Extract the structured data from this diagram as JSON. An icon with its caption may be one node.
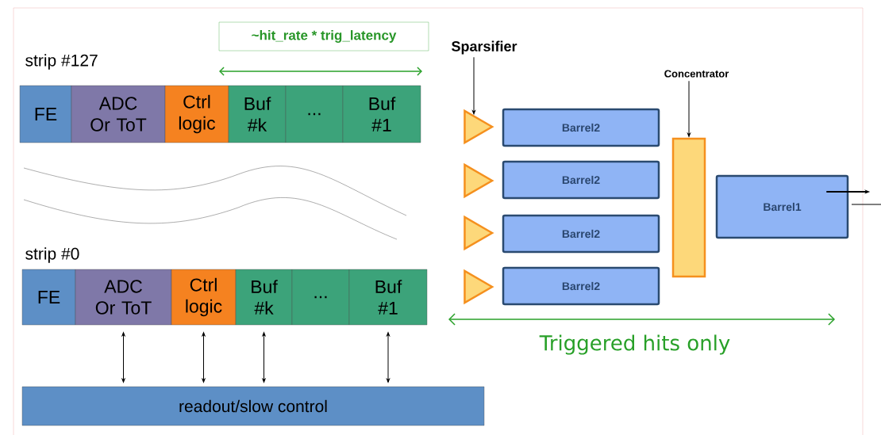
{
  "diagram": {
    "nodes": [
      {
        "text": [
          "FE"
        ]
      },
      {
        "text": [
          "ADC Or ToT"
        ]
      },
      {
        "text": [
          "Ctrl logic"
        ]
      },
      {
        "text": [
          "Buf #k"
        ]
      },
      {
        "text": [
          "..."
        ]
      },
      {
        "text": [
          "Buf #1"
        ]
      },
      {
        "text": [
          "FE"
        ]
      },
      {
        "text": [
          "ADC Or ToT"
        ]
      },
      {
        "text": [
          "Ctrl logic"
        ]
      },
      {
        "text": [
          "Buf #k"
        ]
      },
      {
        "text": [
          "..."
        ]
      },
      {
        "text": [
          "Buf #1"
        ]
      },
      {
        "text": [
          "readout/slow control"
        ]
      },
      {
        "text": [
          "~hit_rate * trig_latency"
        ]
      },
      {
        "text": [
          "Sparsifier"
        ]
      },
      {
        "text": [],
        "shape": "triangle"
      },
      {
        "text": [],
        "shape": "triangle"
      },
      {
        "text": [],
        "shape": "triangle"
      },
      {
        "text": [],
        "shape": "triangle"
      },
      {
        "text": [
          "Barrel2"
        ]
      },
      {
        "text": [
          "Barrel2"
        ]
      },
      {
        "text": [
          "Barrel2"
        ]
      },
      {
        "text": [
          "Barrel2"
        ]
      },
      {
        "text": [
          "Concentrator"
        ]
      },
      {
        "text": [],
        "shape": "trapezoid"
      },
      {
        "text": [
          "Barrel1"
        ]
      }
    ],
    "edges": [
      {
        "from": 7,
        "to": 12,
        "arrow": "both"
      },
      {
        "from": 8,
        "to": 12,
        "arrow": "both"
      },
      {
        "from": 9,
        "to": 12,
        "arrow": "both"
      },
      {
        "from": 11,
        "to": 12,
        "arrow": "both"
      },
      {
        "from": 14,
        "to": 15,
        "arrow": "to"
      },
      {
        "from": 23,
        "to": 24,
        "arrow": "to"
      },
      {
        "from": 25,
        "to": null,
        "arrow": "to"
      }
    ],
    "labels": [
      "strip #127",
      "strip #0",
      "Triggered hits only"
    ]
  }
}
